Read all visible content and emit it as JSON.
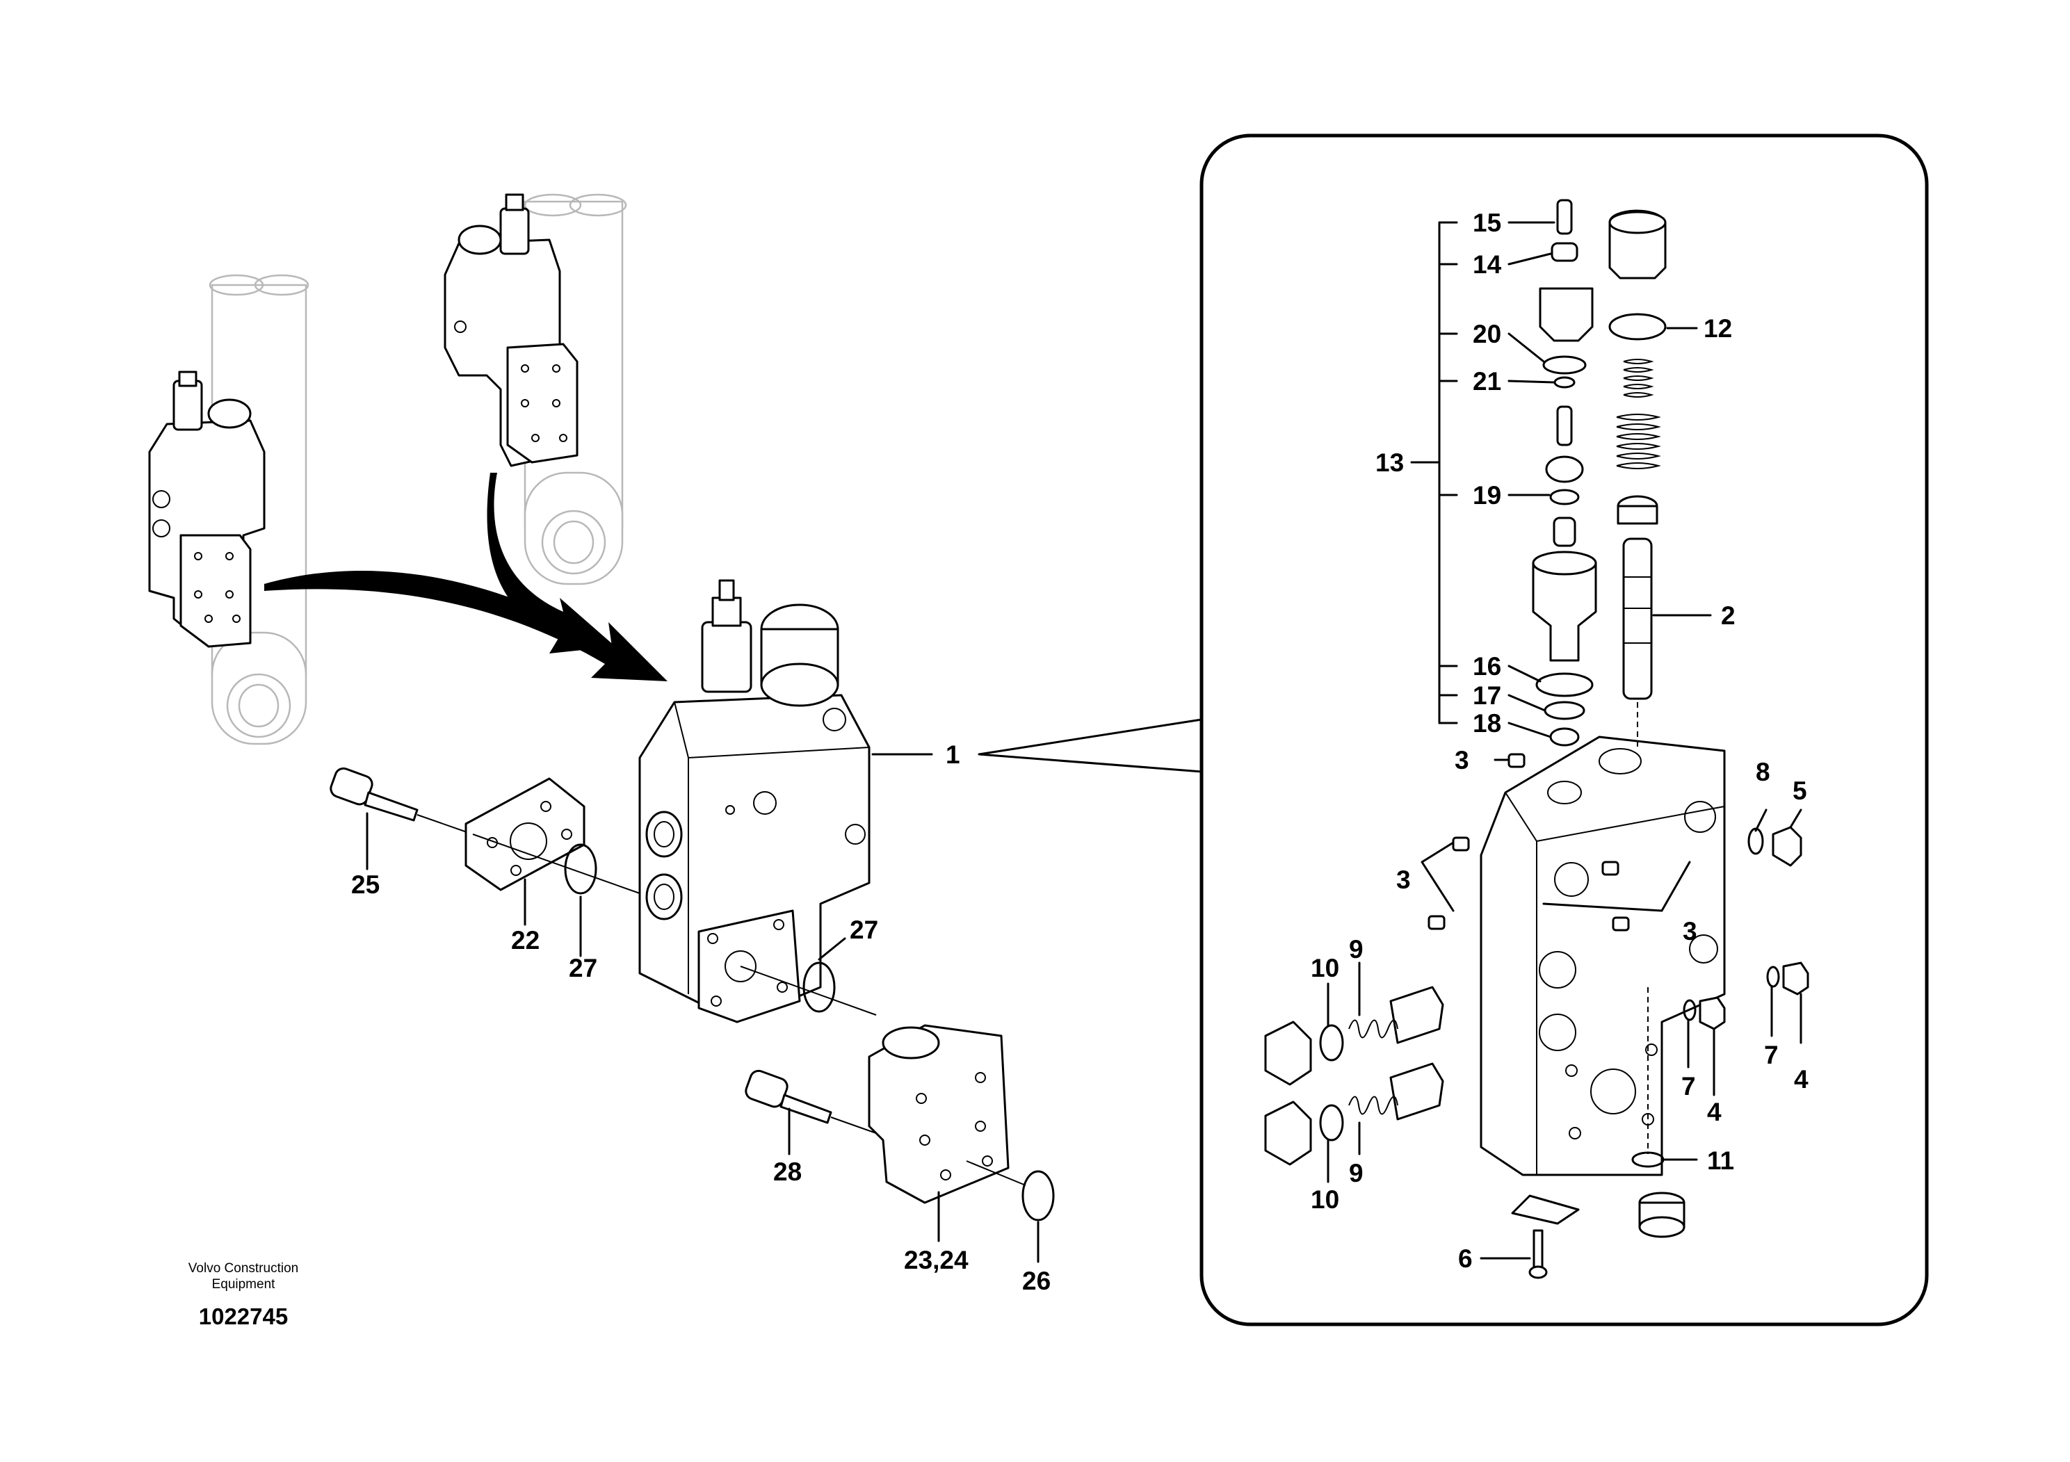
{
  "brand": {
    "line1": "Volvo Construction",
    "line2": "Equipment"
  },
  "document_number": "1022745",
  "callouts": {
    "c1": "1",
    "c2": "2",
    "c3a": "3",
    "c3b": "3",
    "c3c": "3",
    "c4a": "4",
    "c4b": "4",
    "c5": "5",
    "c6": "6",
    "c7a": "7",
    "c7b": "7",
    "c8": "8",
    "c9a": "9",
    "c9b": "9",
    "c10a": "10",
    "c10b": "10",
    "c11": "11",
    "c12": "12",
    "c13": "13",
    "c14": "14",
    "c15": "15",
    "c16": "16",
    "c17": "17",
    "c18": "18",
    "c19": "19",
    "c20": "20",
    "c21": "21",
    "c22": "22",
    "c2324": "23,24",
    "c25": "25",
    "c26": "26",
    "c27a": "27",
    "c27b": "27",
    "c28": "28"
  }
}
